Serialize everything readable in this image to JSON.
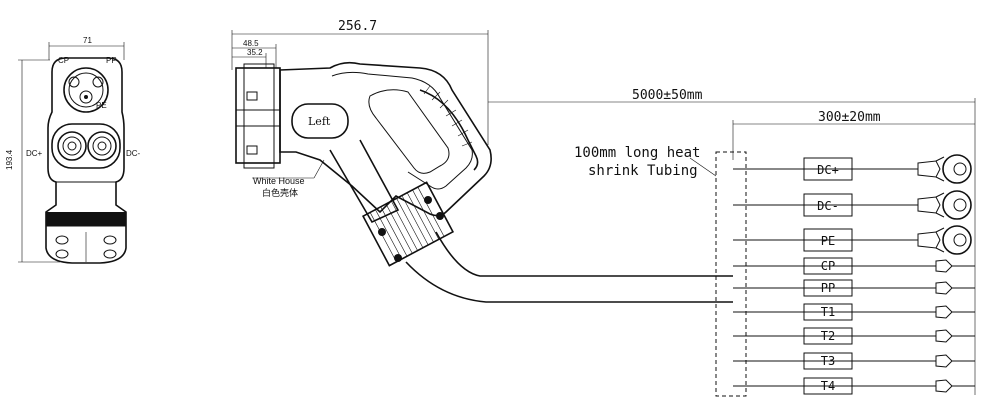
{
  "front_view": {
    "width_dim": "71",
    "height_dim": "193.4",
    "pin_labels": {
      "cp": "CP",
      "pp": "PP",
      "pe": "PE",
      "dc_plus": "DC+",
      "dc_minus": "DC-"
    }
  },
  "side_view": {
    "overall_length": "256.7",
    "dim_a": "48.5",
    "dim_b": "35.2",
    "button_label": "Left",
    "material_note_en": "White House",
    "material_note_cn": "白色壳体"
  },
  "cable": {
    "total_length": "5000±50mm",
    "lead_length": "300±20mm",
    "heat_shrink_line1": "100mm long heat",
    "heat_shrink_line2": "shrink Tubing"
  },
  "wires": [
    {
      "label": "DC+",
      "terminal": "ring"
    },
    {
      "label": "DC-",
      "terminal": "ring"
    },
    {
      "label": "PE",
      "terminal": "ring"
    },
    {
      "label": "CP",
      "terminal": "pin"
    },
    {
      "label": "PP",
      "terminal": "pin"
    },
    {
      "label": "T1",
      "terminal": "pin"
    },
    {
      "label": "T2",
      "terminal": "pin"
    },
    {
      "label": "T3",
      "terminal": "pin"
    },
    {
      "label": "T4",
      "terminal": "pin"
    }
  ]
}
